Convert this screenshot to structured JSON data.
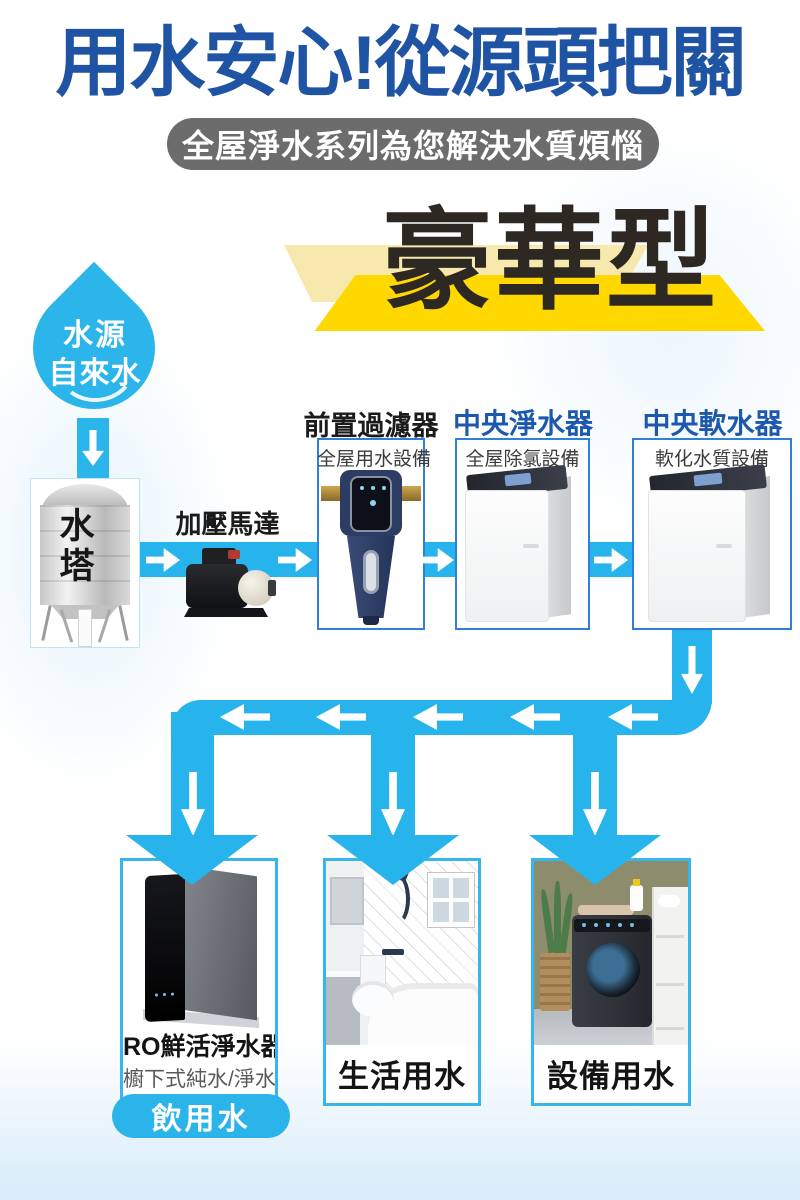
{
  "header": {
    "title": "用水安心!從源頭把關",
    "subtitle": "全屋淨水系列為您解決水質煩惱",
    "tier": "豪華型"
  },
  "source": {
    "label_line1": "水源",
    "label_line2": "自來水"
  },
  "tank": {
    "label": "水塔"
  },
  "pump": {
    "label": "加壓馬達"
  },
  "stations": [
    {
      "title": "前置過濾器",
      "subtitle": "全屋用水設備"
    },
    {
      "title": "中央淨水器",
      "subtitle": "全屋除氯設備"
    },
    {
      "title": "中央軟水器",
      "subtitle": "軟化水質設備"
    }
  ],
  "outputs": {
    "drinking": {
      "title": "RO鮮活淨水器",
      "subtitle": "櫥下式純水/淨水",
      "badge": "飲用水"
    },
    "living": {
      "title": "生活用水"
    },
    "equipment": {
      "title": "設備用水"
    }
  },
  "colors": {
    "title_blue": "#1f53a3",
    "station_title_blue": "#1c59ae",
    "flow_cyan": "#27b3ec",
    "banner_yellow": "#ffd800",
    "banner_pale_yellow": "#f7e9ad",
    "pill_gray": "#6c6c6c",
    "box_border_blue": "#2f80d8",
    "output_border_cyan": "#36b6ed"
  }
}
